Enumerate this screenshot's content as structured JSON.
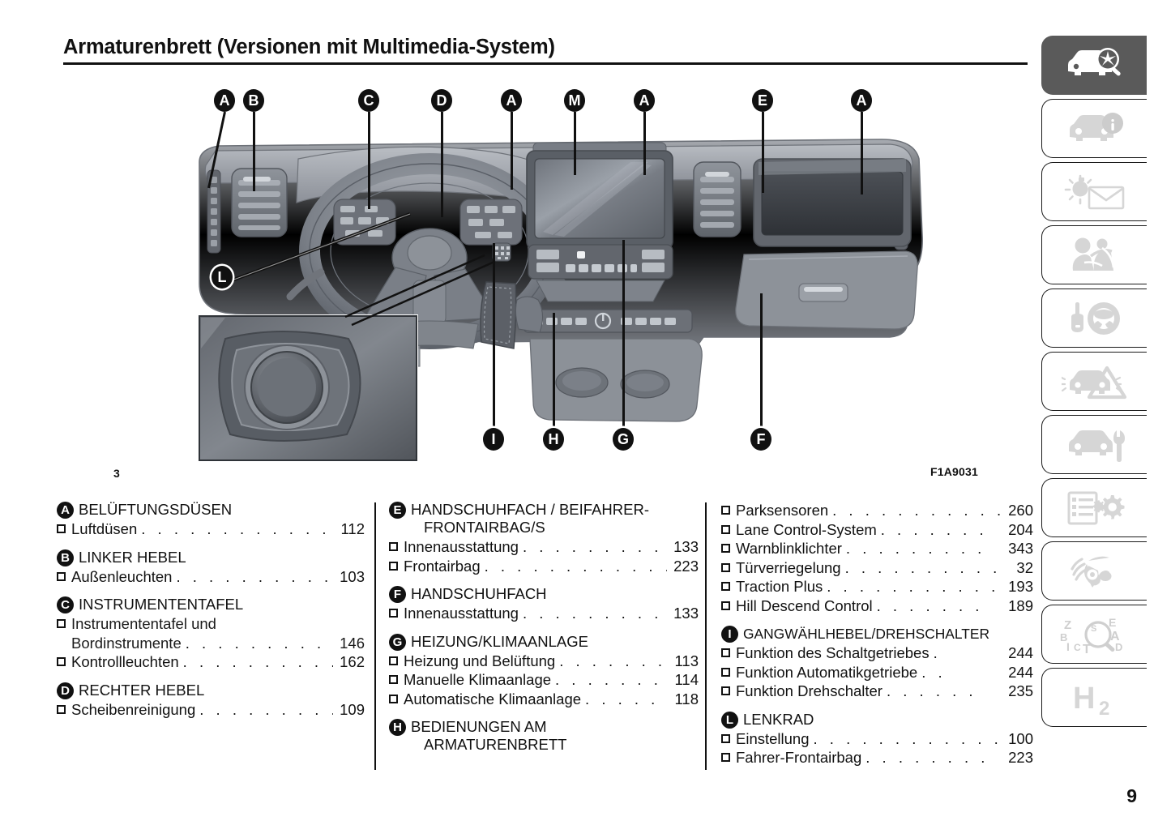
{
  "title": "Armaturenbrett (Versionen mit Multimedia-System)",
  "figure": {
    "number": "3",
    "code": "F1A9031",
    "callouts_top": [
      {
        "label": "A"
      },
      {
        "label": "B"
      },
      {
        "label": "C"
      },
      {
        "label": "D"
      },
      {
        "label": "A"
      },
      {
        "label": "M"
      },
      {
        "label": "A"
      },
      {
        "label": "E"
      },
      {
        "label": "A"
      }
    ],
    "callouts_bottom": [
      {
        "label": "I"
      },
      {
        "label": "H"
      },
      {
        "label": "G"
      },
      {
        "label": "F"
      }
    ],
    "callout_inline": {
      "label": "L"
    }
  },
  "legend": {
    "columns": [
      {
        "groups": [
          {
            "badge": "A",
            "title": "BELÜFTUNGSDÜSEN",
            "title_cont": "",
            "items": [
              {
                "label": "Luftdüsen",
                "page": "112"
              }
            ]
          },
          {
            "badge": "B",
            "title": "LINKER HEBEL",
            "title_cont": "",
            "items": [
              {
                "label": "Außenleuchten",
                "page": "103"
              }
            ]
          },
          {
            "badge": "C",
            "title": "INSTRUMENTENTAFEL",
            "title_cont": "",
            "items": [
              {
                "label": "Instrumententafel   und",
                "label2": "Bordinstrumente",
                "page": "146",
                "wrapped": true
              },
              {
                "label": "Kontrollleuchten",
                "page": "162"
              }
            ]
          },
          {
            "badge": "D",
            "title": "RECHTER HEBEL",
            "title_cont": "",
            "items": [
              {
                "label": "Scheibenreinigung",
                "page": "109"
              }
            ]
          }
        ]
      },
      {
        "groups": [
          {
            "badge": "E",
            "title": "HANDSCHUHFACH / BEIFAHRER-",
            "title_cont": "FRONTAIRBAG/S",
            "items": [
              {
                "label": "Innenausstattung",
                "page": "133"
              },
              {
                "label": "Frontairbag",
                "page": "223"
              }
            ]
          },
          {
            "badge": "F",
            "title": "HANDSCHUHFACH",
            "title_cont": "",
            "items": [
              {
                "label": "Innenausstattung",
                "page": "133"
              }
            ]
          },
          {
            "badge": "G",
            "title": "HEIZUNG/KLIMAANLAGE",
            "title_cont": "",
            "items": [
              {
                "label": "Heizung und Belüftung",
                "page": "113"
              },
              {
                "label": "Manuelle Klimaanlage",
                "page": "114"
              },
              {
                "label": "Automatische Klimaanlage",
                "page": "118"
              }
            ]
          },
          {
            "badge": "H",
            "title": "BEDIENUNGEN    AM",
            "title_cont": "ARMATURENBRETT",
            "items": []
          }
        ]
      },
      {
        "groups": [
          {
            "badge": "",
            "title": "",
            "title_cont": "",
            "items": [
              {
                "label": "Parksensoren",
                "page": "260"
              },
              {
                "label": "Lane Control-System",
                "page": "204"
              },
              {
                "label": "Warnblinklichter",
                "page": "343"
              },
              {
                "label": "Türverriegelung",
                "page": "32"
              },
              {
                "label": "Traction Plus",
                "page": "193"
              },
              {
                "label": "Hill Descend Control",
                "page": "189"
              }
            ]
          },
          {
            "badge": "I",
            "title": "GANGWÄHLHEBEL/DREHSCHALTER",
            "title_cont": "",
            "items": [
              {
                "label": "Funktion des Schaltgetriebes",
                "page": "244"
              },
              {
                "label": "Funktion Automatikgetriebe",
                "page": "244"
              },
              {
                "label": "Funktion Drehschalter",
                "page": "235"
              }
            ]
          },
          {
            "badge": "L",
            "title": "LENKRAD",
            "title_cont": "",
            "items": [
              {
                "label": "Einstellung",
                "page": "100"
              },
              {
                "label": "Fahrer-Frontairbag",
                "page": "223"
              }
            ]
          }
        ]
      }
    ]
  },
  "sidebar": {
    "tabs": [
      {
        "icon": "car-inspect-icon",
        "active": true
      },
      {
        "icon": "car-info-icon",
        "active": false
      },
      {
        "icon": "sun-envelope-icon",
        "active": false
      },
      {
        "icon": "seatbelt-occupant-icon",
        "active": false
      },
      {
        "icon": "key-steering-wheel-icon",
        "active": false
      },
      {
        "icon": "car-warning-triangle-icon",
        "active": false
      },
      {
        "icon": "car-wrench-icon",
        "active": false
      },
      {
        "icon": "list-gears-icon",
        "active": false
      },
      {
        "icon": "multimedia-note-icon",
        "active": false
      },
      {
        "icon": "alphabetic-index-icon",
        "active": false
      },
      {
        "icon": "h2-icon",
        "active": false
      }
    ],
    "index_letters": [
      "Z",
      "B",
      "I",
      "C",
      "T",
      "S",
      "E",
      "A",
      "D"
    ],
    "h2_label": "H",
    "h2_sub": "2"
  },
  "page_number": "9",
  "colors": {
    "ink": "#111111",
    "tab_active_bg": "#5a5a5a",
    "icon_gray": "#d6d6d6",
    "dash_dark": "#4a4d52",
    "dash_mid": "#8b8f95",
    "dash_light": "#b8bcc1"
  }
}
